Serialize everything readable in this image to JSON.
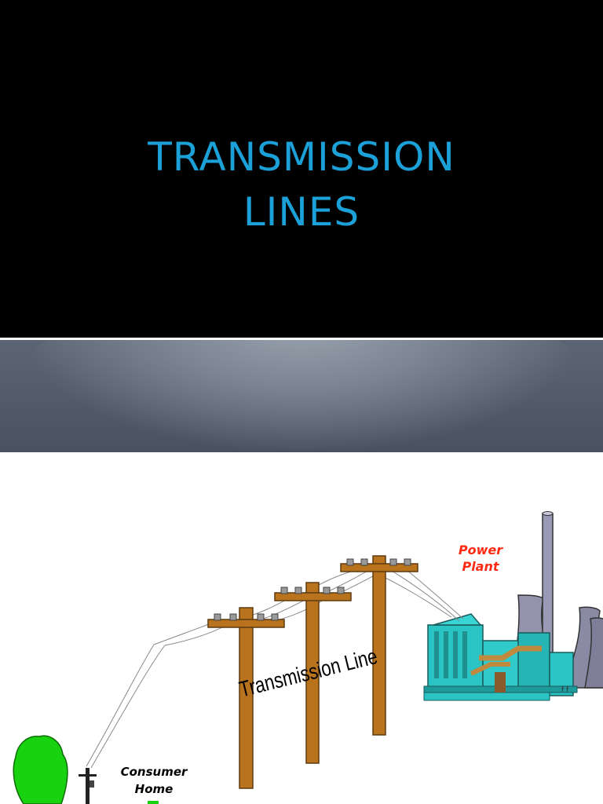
{
  "slide1": {
    "title_line1": "TRANSMISSION",
    "title_line2": "LINES",
    "title_color": "#1ba1d8",
    "background_color": "#000000",
    "band_color": "#545e6b"
  },
  "slide2": {
    "label_power_plant_line1": "Power",
    "label_power_plant_line2": "Plant",
    "label_transmission_line": "Transmission Line",
    "label_consumer_line1": "Consumer",
    "label_consumer_line2": "Home",
    "pole_color": "#b8731c",
    "plant_color": "#2bc4c4",
    "tower_color": "#8f8fa8",
    "tree_color": "#19d20f",
    "power_label_color": "#ff2a12"
  }
}
